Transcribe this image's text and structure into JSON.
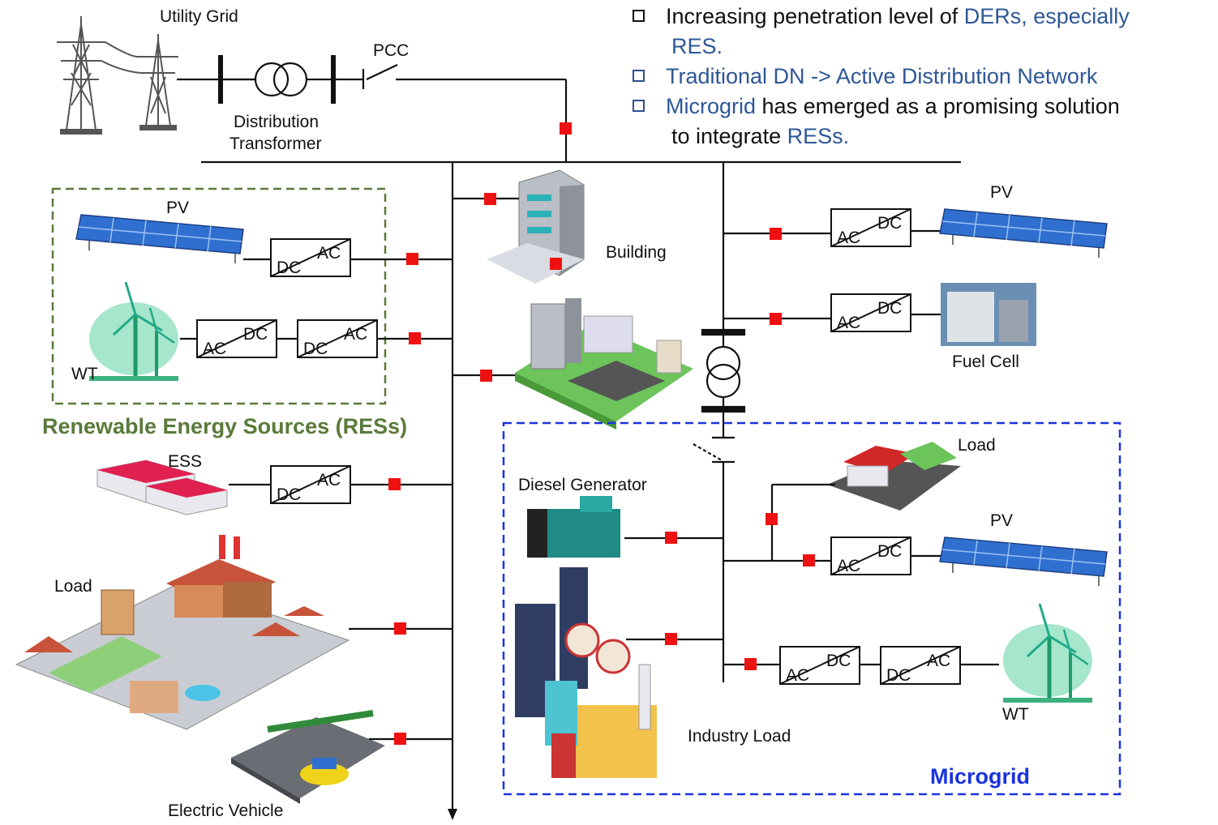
{
  "labels": {
    "utility_grid": "Utility Grid",
    "pcc": "PCC",
    "transformer_line1": "Distribution",
    "transformer_line2": "Transformer",
    "pv_left": "PV",
    "wt_left": "WT",
    "res_title": "Renewable Energy Sources (RESs)",
    "ess": "ESS",
    "load_left": "Load",
    "ev": "Electric Vehicle",
    "building": "Building",
    "pv_right": "PV",
    "fuel_cell": "Fuel Cell",
    "diesel": "Diesel Generator",
    "load_mg": "Load",
    "pv_mg": "PV",
    "industry": "Industry Load",
    "wt_mg": "WT",
    "microgrid": "Microgrid"
  },
  "converter": {
    "ac": "AC",
    "dc": "DC"
  },
  "bullets": {
    "b1_text1": "Increasing penetration level of ",
    "b1_hl1": "DERs, especially",
    "b1_hl2": "RES.",
    "b2_text": "Traditional DN -> Active Distribution Network",
    "b3_hl1": "Microgrid",
    "b3_text1": " has emerged as a promising solution",
    "b3_text2": "to integrate ",
    "b3_hl2": "RESs."
  },
  "colors": {
    "breaker": "#ee1111",
    "res_box": "#5a7a3a",
    "microgrid_box": "#1a33dd",
    "highlight": "#2e5796",
    "pv_panel": "#2f6fcf"
  }
}
